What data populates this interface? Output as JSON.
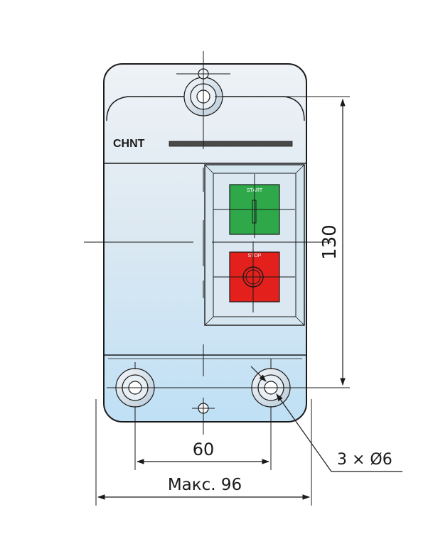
{
  "device": {
    "brand": "CHNT",
    "start_label": "START",
    "stop_label": "STOP"
  },
  "dimensions": {
    "height": "130",
    "hole_spacing": "60",
    "max_width": "Макс. 96",
    "holes": "3 × Ø6"
  },
  "colors": {
    "start_button": "#2fa84a",
    "stop_button": "#e3201b",
    "housing_top": "#e8eff5",
    "housing_bottom": "#bfe0f5",
    "outline": "#1a1a1a"
  }
}
